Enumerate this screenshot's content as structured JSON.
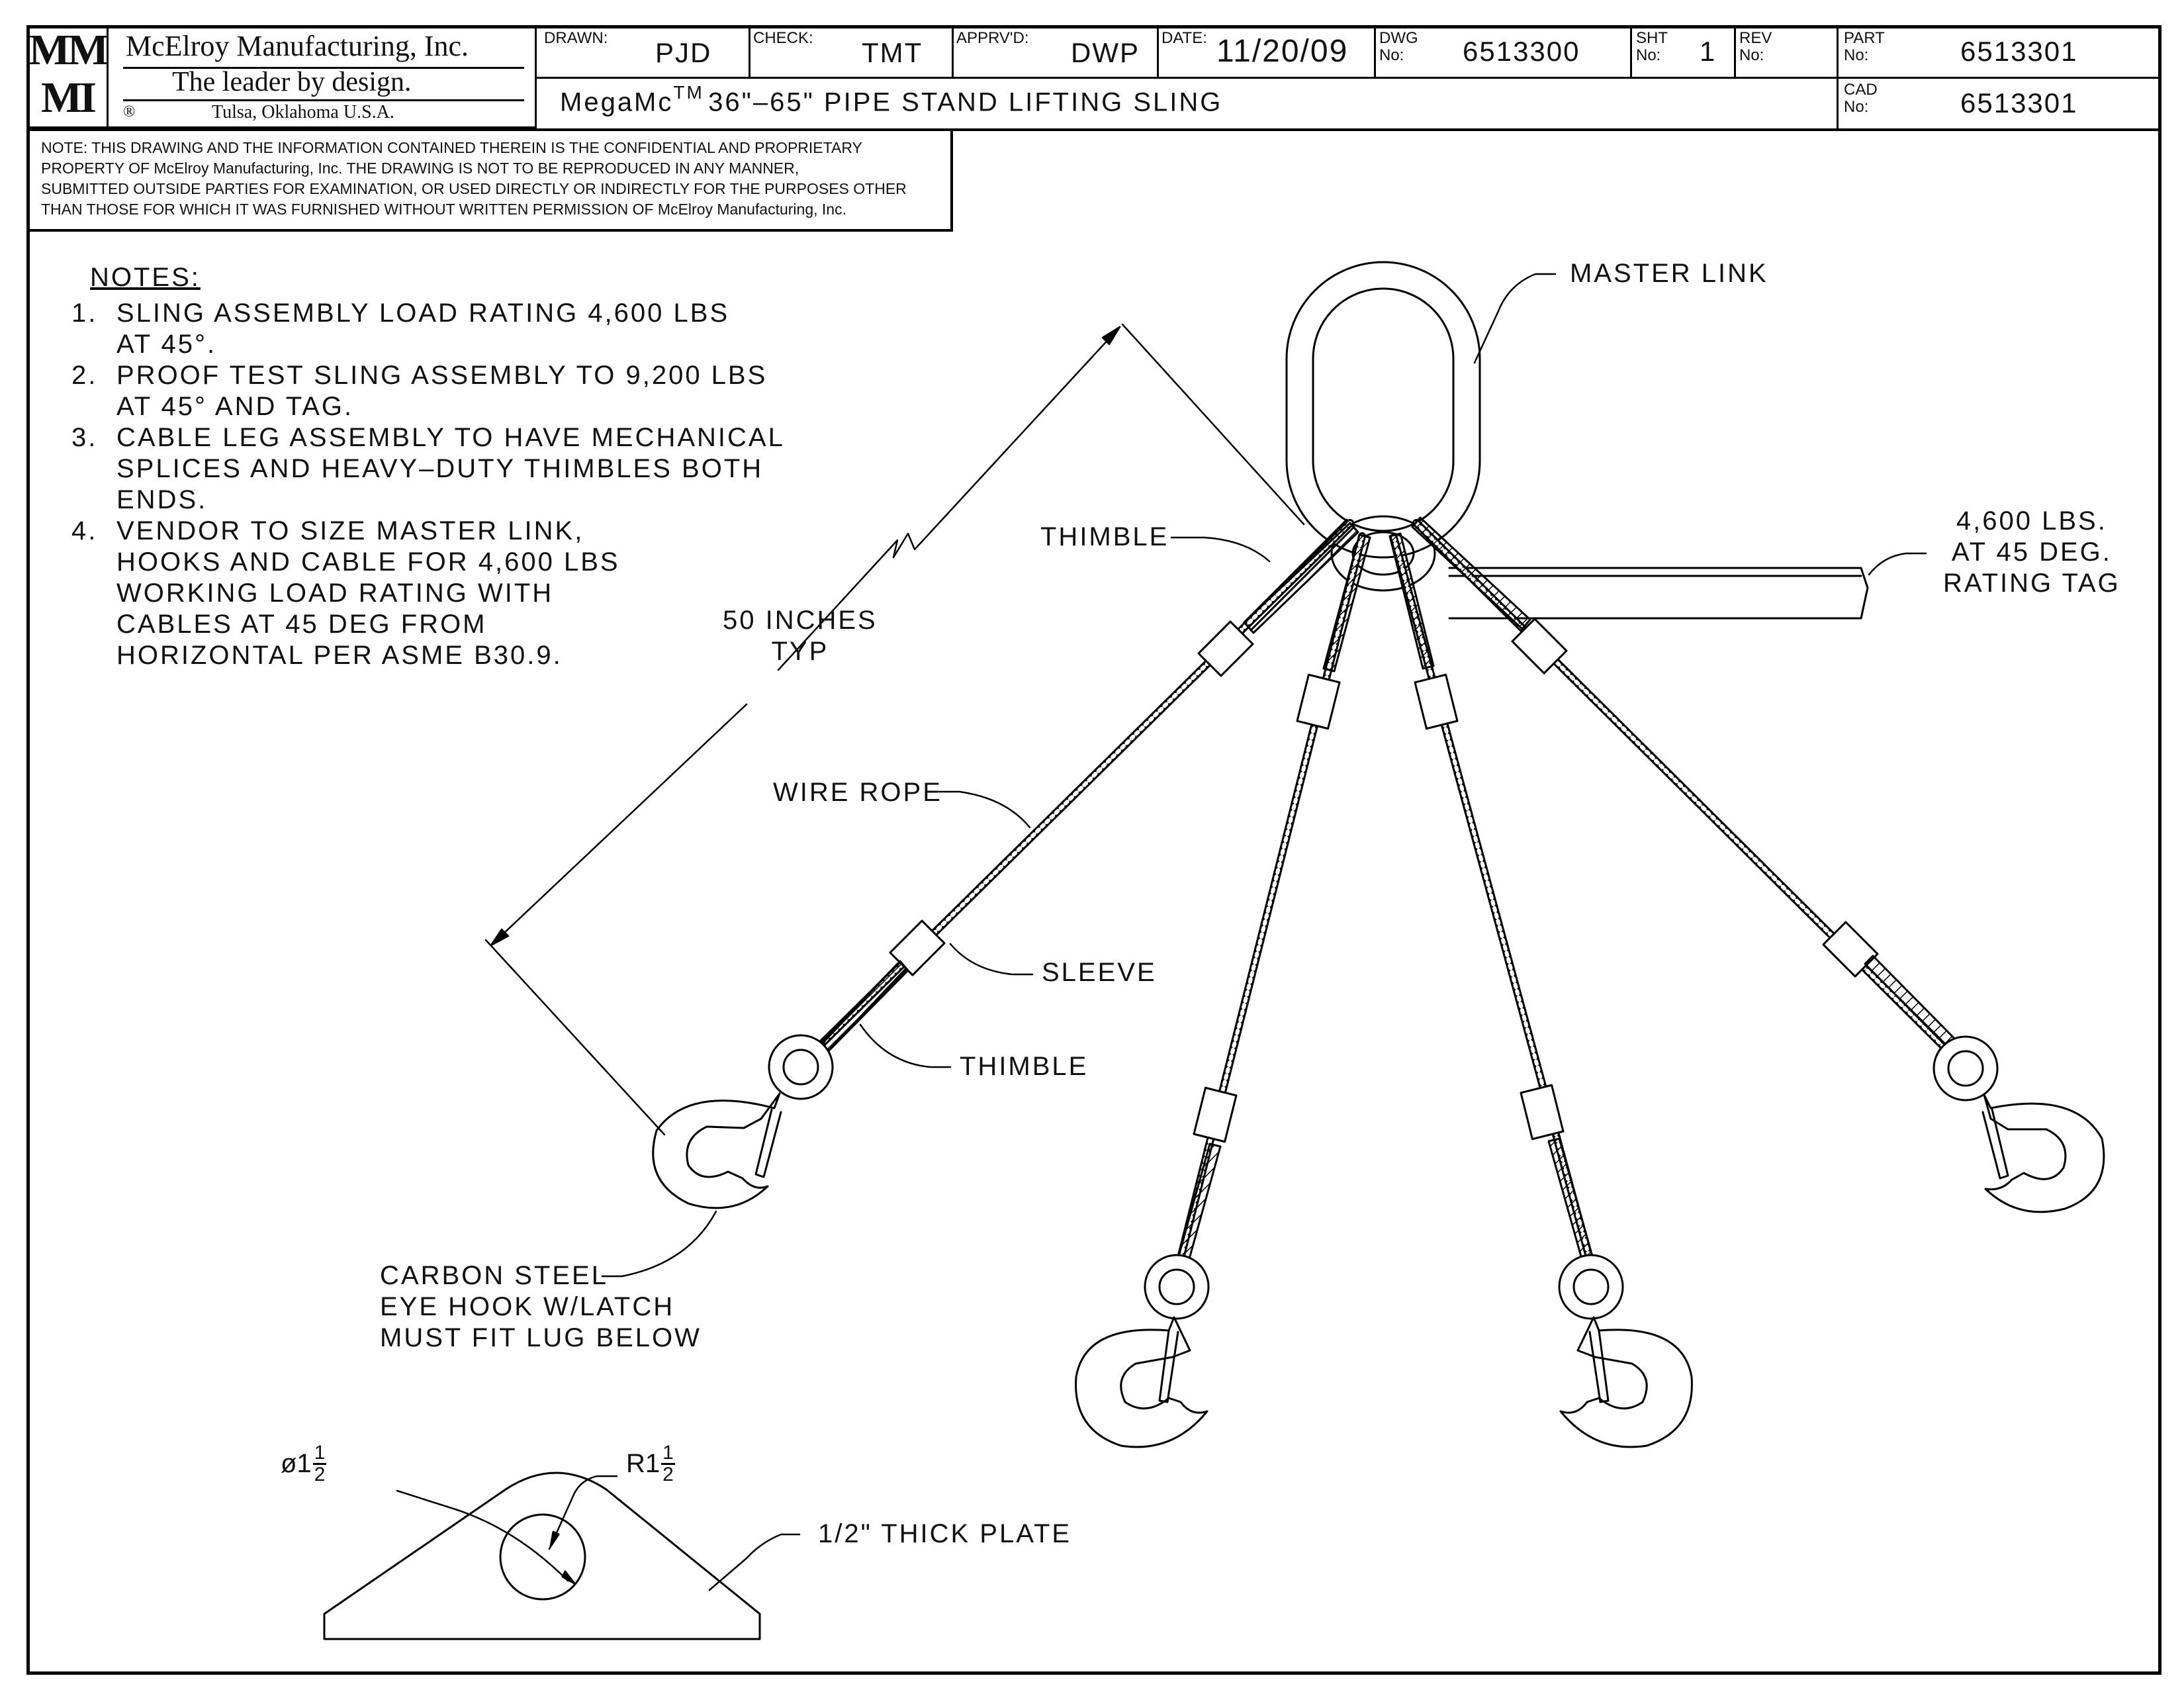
{
  "company": {
    "logo_letters": [
      "M",
      "M",
      "M",
      "I"
    ],
    "name": "McElroy Manufacturing, Inc.",
    "slogan": "The leader by design.",
    "registered": "®",
    "location": "Tulsa, Oklahoma U.S.A."
  },
  "title_block": {
    "drawn_label": "DRAWN:",
    "drawn_value": "PJD",
    "check_label": "CHECK:",
    "check_value": "TMT",
    "apprvd_label": "APPRV'D:",
    "apprvd_value": "DWP",
    "date_label": "DATE:",
    "date_value": "11/20/09",
    "dwg_label_1": "DWG",
    "dwg_label_2": "No:",
    "dwg_value": "6513300",
    "sht_label_1": "SHT",
    "sht_label_2": "No:",
    "sht_value": "1",
    "rev_label_1": "REV",
    "rev_label_2": "No:",
    "rev_value": "",
    "part_label_1": "PART",
    "part_label_2": "No:",
    "part_value": "6513301",
    "cad_label_1": "CAD",
    "cad_label_2": "No:",
    "cad_value": "6513301",
    "title_prefix": "MegaMc",
    "title_tm": "TM",
    "title_rest": "36\"–65\" PIPE STAND LIFTING SLING"
  },
  "confidential": [
    "NOTE: THIS DRAWING AND THE INFORMATION CONTAINED THEREIN IS THE CONFIDENTIAL AND PROPRIETARY",
    "PROPERTY OF McElroy Manufacturing, Inc. THE DRAWING IS NOT TO BE REPRODUCED IN ANY MANNER,",
    "SUBMITTED OUTSIDE PARTIES FOR EXAMINATION, OR USED DIRECTLY OR INDIRECTLY FOR THE PURPOSES OTHER",
    "THAN THOSE FOR WHICH IT WAS FURNISHED WITHOUT WRITTEN PERMISSION OF McElroy Manufacturing, Inc."
  ],
  "notes": {
    "heading": "NOTES:",
    "items": [
      {
        "num": "1.",
        "lines": [
          "SLING ASSEMBLY LOAD RATING 4,600 LBS",
          "AT 45°."
        ]
      },
      {
        "num": "2.",
        "lines": [
          "PROOF TEST SLING ASSEMBLY TO 9,200 LBS",
          "AT 45° AND TAG."
        ]
      },
      {
        "num": "3.",
        "lines": [
          "CABLE LEG ASSEMBLY TO HAVE MECHANICAL",
          "SPLICES AND HEAVY–DUTY THIMBLES BOTH",
          "ENDS."
        ]
      },
      {
        "num": "4.",
        "lines": [
          "VENDOR TO SIZE MASTER LINK,",
          "HOOKS AND CABLE FOR 4,600 LBS",
          "WORKING LOAD RATING WITH",
          "CABLES AT 45 DEG FROM",
          "HORIZONTAL PER ASME B30.9."
        ]
      }
    ]
  },
  "labels": {
    "master_link": "MASTER LINK",
    "thimble_top": "THIMBLE",
    "rating_tag": [
      "4,600 LBS.",
      "AT 45 DEG.",
      "RATING TAG"
    ],
    "length_dim": [
      "50 INCHES",
      "TYP"
    ],
    "wire_rope": "WIRE ROPE",
    "sleeve": "SLEEVE",
    "thimble_bottom": "THIMBLE",
    "hook": [
      "CARBON STEEL",
      "EYE HOOK W/LATCH",
      "MUST FIT LUG BELOW"
    ],
    "plate": "1/2\" THICK PLATE",
    "hole_dia_prefix": "ø1",
    "radius_prefix": "R1",
    "frac_num": "1",
    "frac_den": "2"
  }
}
